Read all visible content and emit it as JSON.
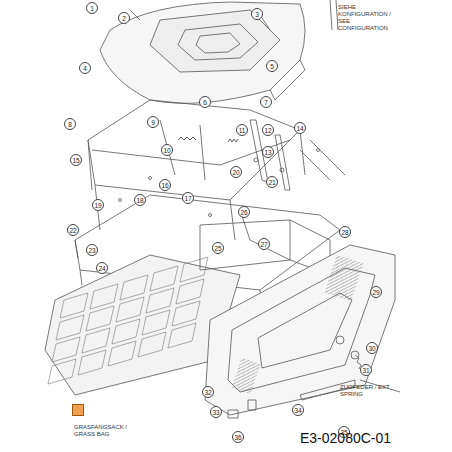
{
  "diagram": {
    "labels": [
      "1",
      "2",
      "3",
      "4",
      "5",
      "6",
      "7",
      "8",
      "9",
      "10",
      "11",
      "12",
      "13",
      "14",
      "15",
      "16",
      "17",
      "18",
      "19",
      "20",
      "21",
      "22",
      "23",
      "24",
      "25",
      "26",
      "27",
      "28",
      "29",
      "30",
      "31",
      "32",
      "33",
      "34",
      "35",
      "36",
      "GRASFANGSACK / GRASS BAG",
      "ZUGFEDER / EXT SPRING",
      "SIEHE KONFIGURATION / SEE CONFIGURATION",
      "E3-02080C-01"
    ]
  }
}
